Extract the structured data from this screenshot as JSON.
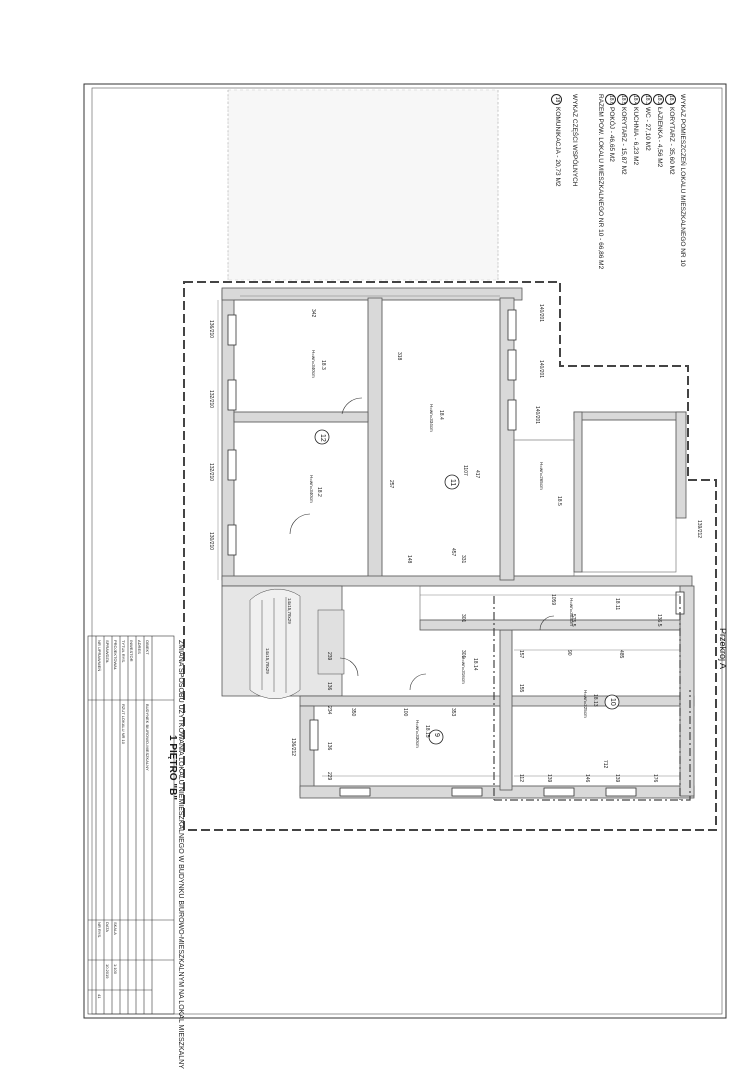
{
  "title": "1 PIĘTRO \"B\"",
  "section_label": "Przekrój A",
  "legend": {
    "heading": "WYKAZ POMIESZCZEŃ LOKALU MIESZKALNEGO NR 10",
    "items": [
      {
        "num": "18.1",
        "text": "KORYTARZ - 35,60 M2"
      },
      {
        "num": "18.2",
        "text": "ŁAZIENKA - 4,56 M2"
      },
      {
        "num": "18.3",
        "text": "WC - 27,10 M2"
      },
      {
        "num": "18.4",
        "text": "KUCHNIA - 6,23 M2"
      },
      {
        "num": "18.5",
        "text": "KORYTARZ - 15,87 M2"
      },
      {
        "num": "18.6",
        "text": "POKÓJ - 46,65 M2"
      },
      {
        "num": "",
        "text": "RAZEM POW. LOKALU MIESZKALNEGO NR 10 - 66,86 M2"
      },
      {
        "num": "",
        "text": "WYKAZ CZĘŚCI WSPÓLNYCH"
      },
      {
        "num": "18",
        "text": "KOMUNIKACJA - 20,73 M2"
      }
    ]
  },
  "sheet_title": "ZMIANA SPOSOBU UŻYTKOWANIA LOKALU NIEMIESZKALNEGO W BUDYNKU BIUROWO-MIESZKALNYM NA LOKAL MIESZKALNY",
  "title_block": {
    "rows": [
      "OBIEKT",
      "ADRES",
      "INWESTOR",
      "TYTUŁ RYS.",
      "PROJEKTOWAŁ",
      "SPRAWDZIŁ",
      "NR UPRAWNIEŃ",
      "SKALA",
      "DATA",
      "NR RYS."
    ],
    "values": [
      "BUDYNEK BIUROWO-MIESZKALNY",
      "RZUT LOKALU NR 10",
      "1:100",
      "10.2019",
      "41"
    ]
  },
  "rooms": [
    {
      "num": "12",
      "code": "18.2",
      "height": "H=wn=340cm"
    },
    {
      "num": "11",
      "code": "18.4",
      "height": "H=wn=334cm"
    },
    {
      "num": "9",
      "code": "18.15",
      "height": "H=wn=330cm"
    },
    {
      "num": "10",
      "code": "18.13",
      "height": "H=wn=325cm"
    },
    {
      "num": "",
      "code": "18.3",
      "height": "H=wn=340cm"
    },
    {
      "num": "",
      "code": "18.5",
      "height": "H=wn=265cm"
    },
    {
      "num": "",
      "code": "18.11",
      "height": "H=wn=303cm"
    },
    {
      "num": "",
      "code": "18.14",
      "height": "H=wn=316cm"
    }
  ],
  "dims": {
    "top_row": [
      "342",
      "318",
      "1107",
      "417",
      "257",
      "457",
      "148",
      "331"
    ],
    "windows": [
      "140/201",
      "140/201",
      "140/201",
      "136/210",
      "132/210",
      "132/210",
      "130/210",
      "136/212",
      "139/212"
    ],
    "bottom": [
      "229",
      "136",
      "234",
      "136",
      "239",
      "112",
      "139",
      "146",
      "139",
      "176",
      "712",
      "350",
      "100",
      "353"
    ],
    "misc": [
      "1059",
      "575.5",
      "136.5",
      "301",
      "301",
      "157",
      "90",
      "485",
      "155",
      "14x15,78x29",
      "14x15,78x29"
    ]
  }
}
